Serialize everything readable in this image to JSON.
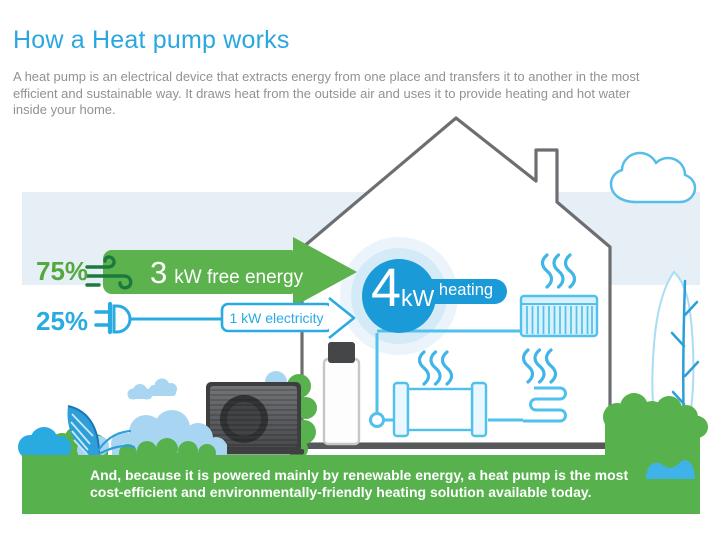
{
  "header": {
    "title": "How a Heat pump works",
    "intro_line1": "A heat pump is an electrical device that extracts energy from one place and transfers it to another in the most",
    "intro_line2": "efficient and sustainable way. It draws heat from the outside air and uses it to provide heating and hot water",
    "intro_line3": "inside your home."
  },
  "flows": {
    "free_energy": {
      "percent": "75%",
      "value": "3",
      "unit": "kW free energy"
    },
    "electricity": {
      "percent": "25%",
      "label": "1 kW electricity"
    }
  },
  "output": {
    "value": "4",
    "unit": "kW",
    "label": "heating"
  },
  "banner": {
    "line1": "And, because it is powered mainly by renewable energy, a heat pump is the most",
    "line2": "cost-efficient and environmentally-friendly heating solution available today."
  },
  "icons": {
    "wind": "dark-green wind gusts with curled ends",
    "plug": "blue outline power plug with two prongs",
    "heat_waves": "three rising wavy heat lines",
    "cloud": "blue outline cloud",
    "radiator": "light-blue wall radiator with vertical fins",
    "coil": "serpentine underfloor heating coil",
    "tank": "horizontal hot water tank",
    "cylinder": "indoor water cylinder with dark cap",
    "heat_pump": "dark gray outdoor heat pump unit with round fan",
    "tree": "tall outlined tree with blue trunk",
    "bush": "rounded bushes in green and blue",
    "leaf": "blue leaf-sail sculpture",
    "pond": "small blue pond"
  },
  "colors": {
    "title_blue": "#2ba7e0",
    "body_gray": "#8f9296",
    "green": "#57b24e",
    "arrow_green": "#5cb24c",
    "dark_green": "#1b7a3e",
    "blue": "#29abe2",
    "circle_blue": "#1b9ad8",
    "pipe_blue": "#4fc1ec",
    "sky_band": "#e7eff6",
    "house_gray": "#6d6e71",
    "banner_text": "#ffffff"
  }
}
